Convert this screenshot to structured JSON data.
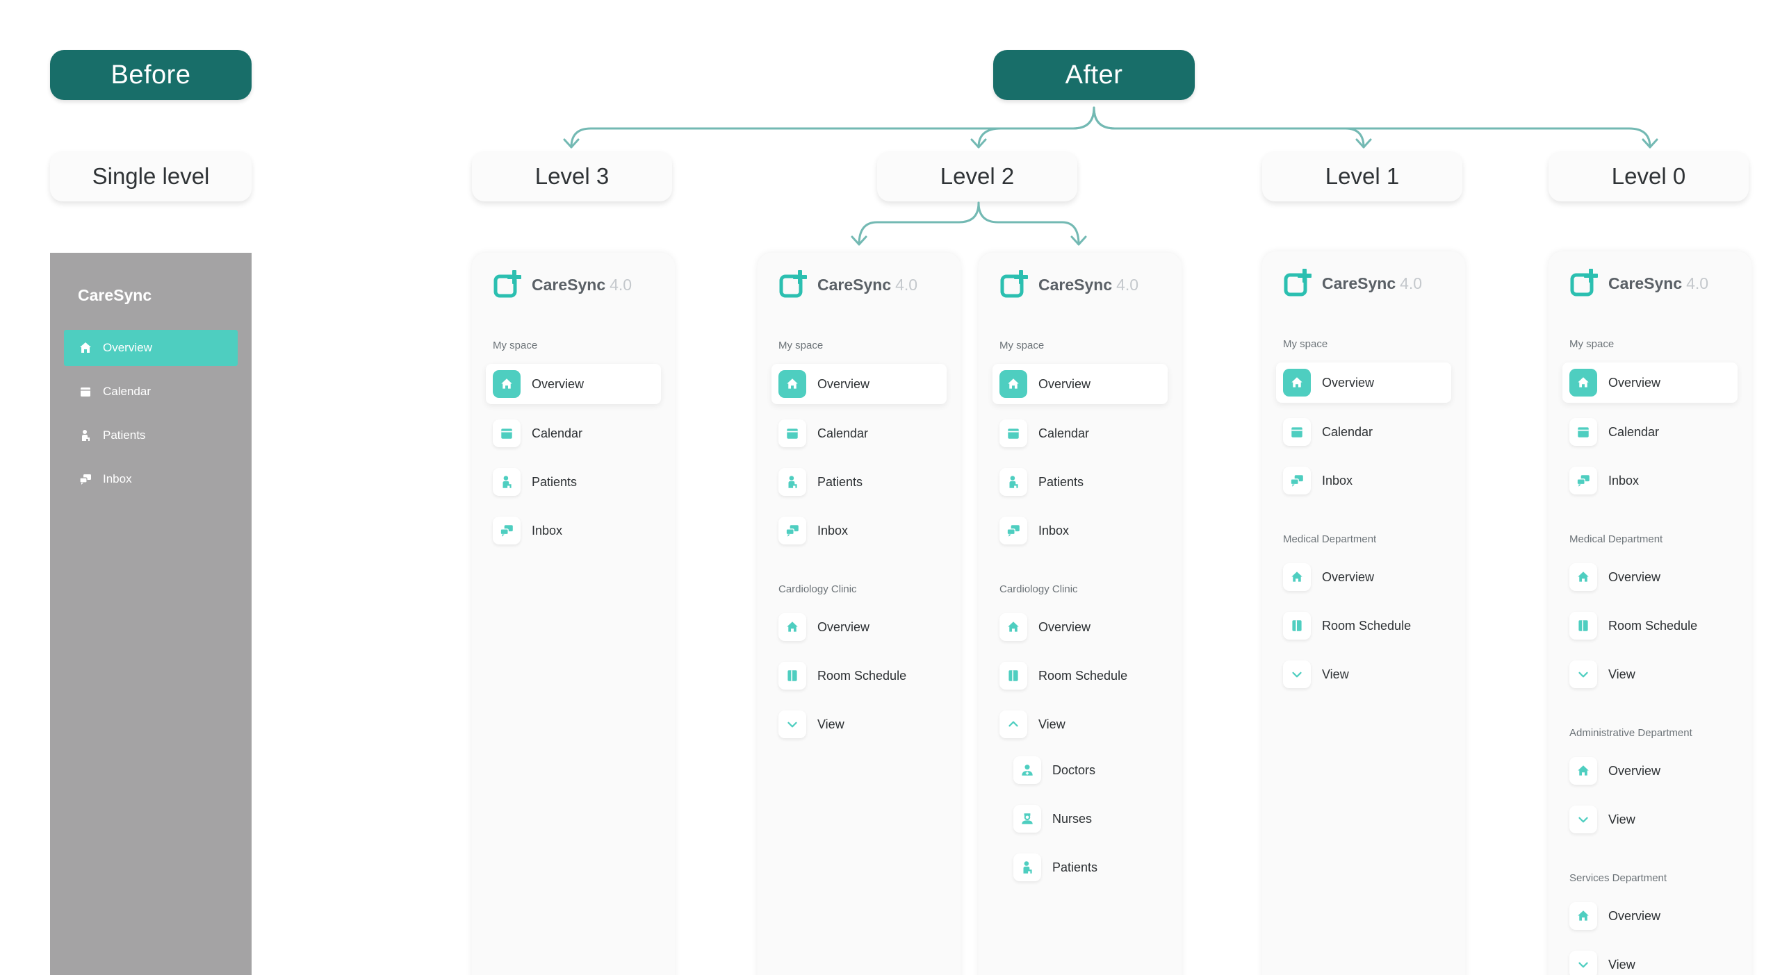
{
  "header": {
    "before_label": "Before",
    "after_label": "After"
  },
  "levels": {
    "single": "Single level",
    "level3": "Level 3",
    "level2": "Level 2",
    "level1": "Level 1",
    "level0": "Level 0"
  },
  "colors": {
    "primary_dark": "#186e69",
    "accent": "#4ecec0",
    "before_panel": "#a4a3a4",
    "connector": "#73b9b3"
  },
  "before_sidebar": {
    "brand": "CareSync",
    "items": [
      {
        "label": "Overview",
        "icon": "home-icon",
        "active": true
      },
      {
        "label": "Calendar",
        "icon": "calendar-icon"
      },
      {
        "label": "Patients",
        "icon": "patient-icon"
      },
      {
        "label": "Inbox",
        "icon": "inbox-icon"
      }
    ]
  },
  "brand": {
    "name": "CareSync",
    "version": "4.0"
  },
  "labels": {
    "my_space": "My space",
    "overview": "Overview",
    "calendar": "Calendar",
    "patients": "Patients",
    "inbox": "Inbox",
    "cardiology_clinic": "Cardiology Clinic",
    "room_schedule": "Room Schedule",
    "view": "View",
    "doctors": "Doctors",
    "nurses": "Nurses",
    "medical_department": "Medical Department",
    "administrative_department": "Administrative Department",
    "services_department": "Services Department"
  }
}
